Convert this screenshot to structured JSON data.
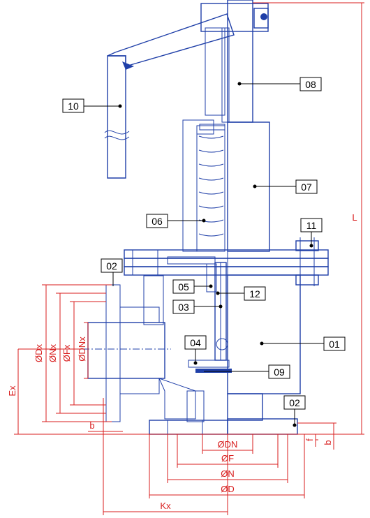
{
  "diagram": {
    "part_tags": [
      "10",
      "08",
      "07",
      "06",
      "11",
      "02",
      "05",
      "12",
      "03",
      "01",
      "04",
      "09",
      "02"
    ],
    "dimensions": {
      "L": "L",
      "Dx": "ØDx",
      "Nx": "ØNx",
      "Fx": "ØFx",
      "DNx": "ØDNx",
      "Ex": "Ex",
      "b_left": "b",
      "b_right": "b",
      "f": "f",
      "DN": "ØDN",
      "F": "ØF",
      "N": "ØN",
      "D": "ØD",
      "Kx": "Kx"
    }
  },
  "colors": {
    "outline": "#1f3fa8",
    "dimension": "#d81e1e",
    "fill": "#ffffff"
  }
}
